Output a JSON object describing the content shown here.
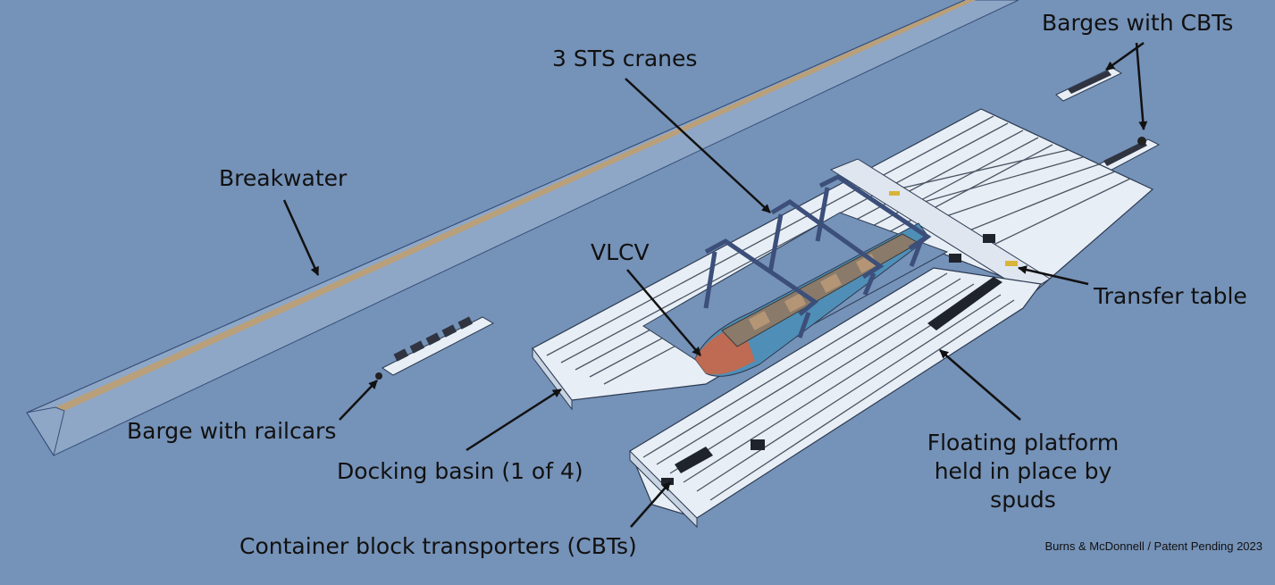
{
  "labels": {
    "barges_cbts": "Barges with CBTs",
    "sts_cranes": "3 STS cranes",
    "breakwater": "Breakwater",
    "vlcv": "VLCV",
    "transfer_table": "Transfer table",
    "barge_railcars": "Barge with railcars",
    "docking_basin": "Docking basin (1 of 4)",
    "floating_platform": [
      "Floating platform",
      "held in place by",
      "spuds"
    ],
    "cbts": "Container block transporters (CBTs)"
  },
  "credit": "Burns & McDonnell / Patent Pending 2023",
  "colors": {
    "water": "#7592b8",
    "platform": "#e8eef5",
    "rail": "#4a5563",
    "crane": "#3c4f7a",
    "hull": "#bf6a52",
    "hull_blue": "#4f8fb7",
    "breakwater": "#b9a07a",
    "arrow": "#111111"
  }
}
